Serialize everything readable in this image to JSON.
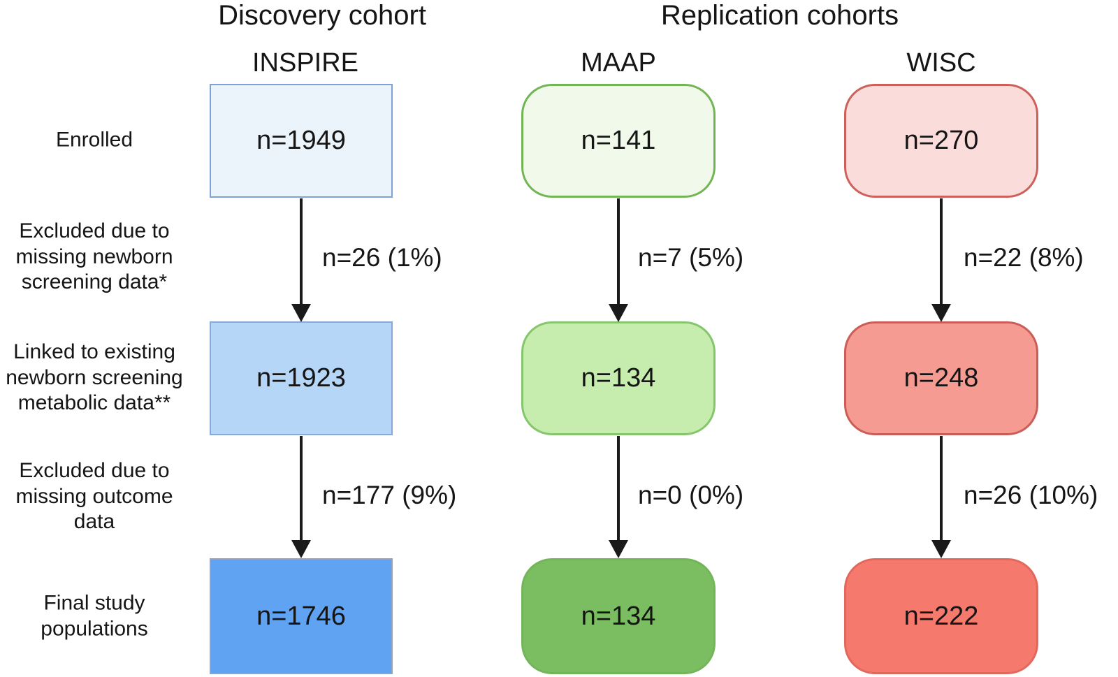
{
  "figure": {
    "group_headers": {
      "discovery": "Discovery cohort",
      "replication": "Replication cohorts"
    },
    "row_labels": {
      "enrolled": "Enrolled",
      "excluded_screening": "Excluded due to missing newborn screening data*",
      "linked": "Linked to existing newborn screening metabolic data**",
      "excluded_outcome": "Excluded due to missing outcome data",
      "final": "Final study populations"
    },
    "arrow_color": "#1a1a1a",
    "columns": [
      {
        "id": "inspire",
        "title": "INSPIRE",
        "boxes": [
          {
            "stage": "enrolled",
            "value": "n=1949"
          },
          {
            "stage": "linked",
            "value": "n=1923"
          },
          {
            "stage": "final",
            "value": "n=1746"
          }
        ],
        "arrows": [
          {
            "label": "n=26 (1%)"
          },
          {
            "label": "n=177 (9%)"
          }
        ],
        "colors": {
          "fills": [
            "#ECF4FB",
            "#B6D6F8",
            "#60A3F3"
          ],
          "borders": [
            "#7FA2D6",
            "#88A8DA",
            "#93A3C6"
          ]
        }
      },
      {
        "id": "maap",
        "title": "MAAP",
        "boxes": [
          {
            "stage": "enrolled",
            "value": "n=141"
          },
          {
            "stage": "linked",
            "value": "n=134"
          },
          {
            "stage": "final",
            "value": "n=134"
          }
        ],
        "arrows": [
          {
            "label": "n=7 (5%)"
          },
          {
            "label": "n=0 (0%)"
          }
        ],
        "colors": {
          "fills": [
            "#F1F9EB",
            "#C6EDAE",
            "#7BBD61"
          ],
          "borders": [
            "#71B554",
            "#85C66C",
            "#74B55C"
          ]
        }
      },
      {
        "id": "wisc",
        "title": "WISC",
        "boxes": [
          {
            "stage": "enrolled",
            "value": "n=270"
          },
          {
            "stage": "linked",
            "value": "n=248"
          },
          {
            "stage": "final",
            "value": "n=222"
          }
        ],
        "arrows": [
          {
            "label": "n=22 (8%)"
          },
          {
            "label": "n=26 (10%)"
          }
        ],
        "colors": {
          "fills": [
            "#FADCDA",
            "#F59B92",
            "#F5796D"
          ],
          "borders": [
            "#CE605B",
            "#CB5D57",
            "#E2685E"
          ]
        }
      }
    ]
  }
}
